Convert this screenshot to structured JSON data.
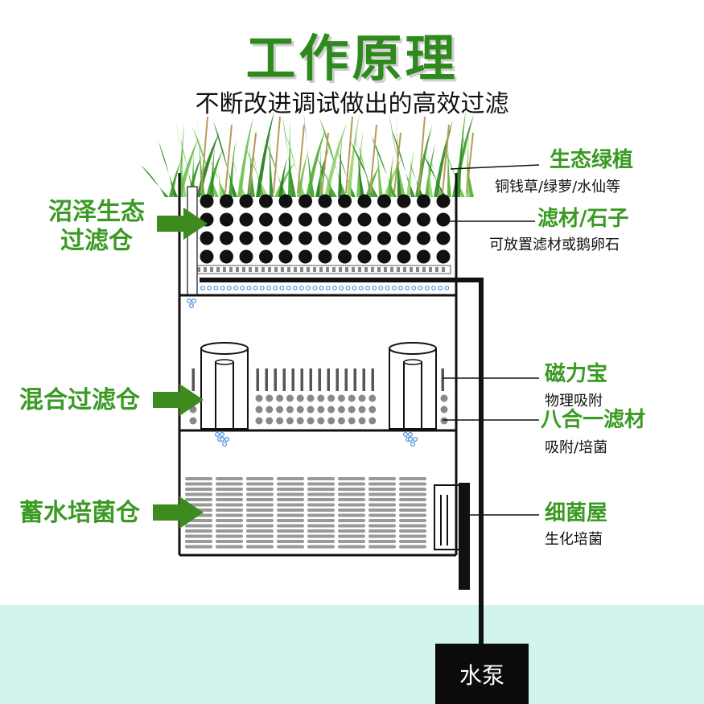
{
  "header": {
    "title": "工作原理",
    "subtitle": "不断改进调试做出的高效过滤"
  },
  "left_labels": {
    "swamp_line1": "沼泽生态",
    "swamp_line2": "过滤仓",
    "mixed": "混合过滤仓",
    "storage": "蓄水培菌仓"
  },
  "right_labels": {
    "plants": {
      "title": "生态绿植",
      "desc": "铜钱草/绿萝/水仙等"
    },
    "stones": {
      "title": "滤材/石子",
      "desc": "可放置滤材或鹅卵石"
    },
    "magnet": {
      "title": "磁力宝",
      "desc": "物理吸附"
    },
    "eight": {
      "title": "八合一滤材",
      "desc": "吸附/培菌"
    },
    "bacteria": {
      "title": "细菌屋",
      "desc": "生化培菌"
    }
  },
  "pump_label": "水泵",
  "colors": {
    "accent_green": "#3a9a24",
    "title_green": "#2f8a1e",
    "water": "#d3f4ec",
    "arrow": "#3d8b1f",
    "frame": "#111111"
  }
}
